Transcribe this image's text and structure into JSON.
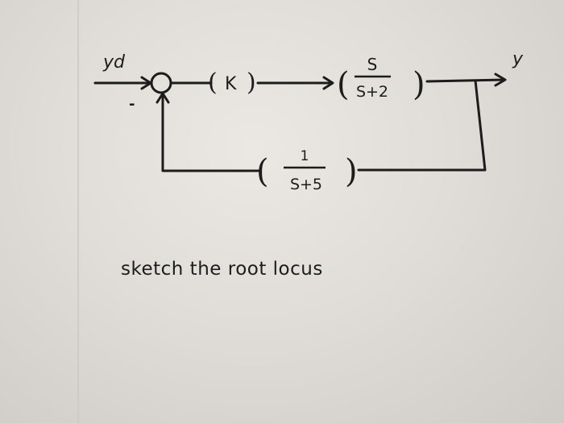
{
  "diagram": {
    "input_label": "yd",
    "output_label": "y",
    "sum_sign": "-",
    "gain_label": "K",
    "plant": {
      "numerator": "S",
      "denominator": "S+2"
    },
    "feedback": {
      "numerator": "1",
      "denominator": "S+5"
    }
  },
  "instruction": "sketch the root locus",
  "colors": {
    "paper": "#e6e3de",
    "ink": "#1c1c1c",
    "margin_line": "#cfcbc6"
  }
}
